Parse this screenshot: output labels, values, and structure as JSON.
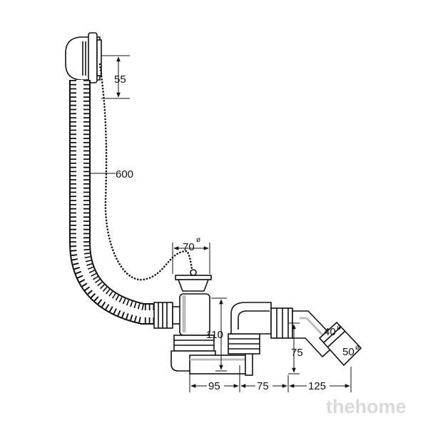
{
  "dimensions": {
    "overflow_height": "55",
    "hose_length": "600",
    "drain_diameter": "70",
    "diameter_mark": "ø",
    "trap_height": "110",
    "outlet_height": "75",
    "outlet_40": "40",
    "outlet_50": "50",
    "span_95": "95",
    "span_75": "75",
    "span_125": "125"
  },
  "watermark": "thehome",
  "colors": {
    "line": "#111111",
    "fill": "#ffffff",
    "shade": "#bdbdbd",
    "watermark": "#d9d9d9"
  }
}
